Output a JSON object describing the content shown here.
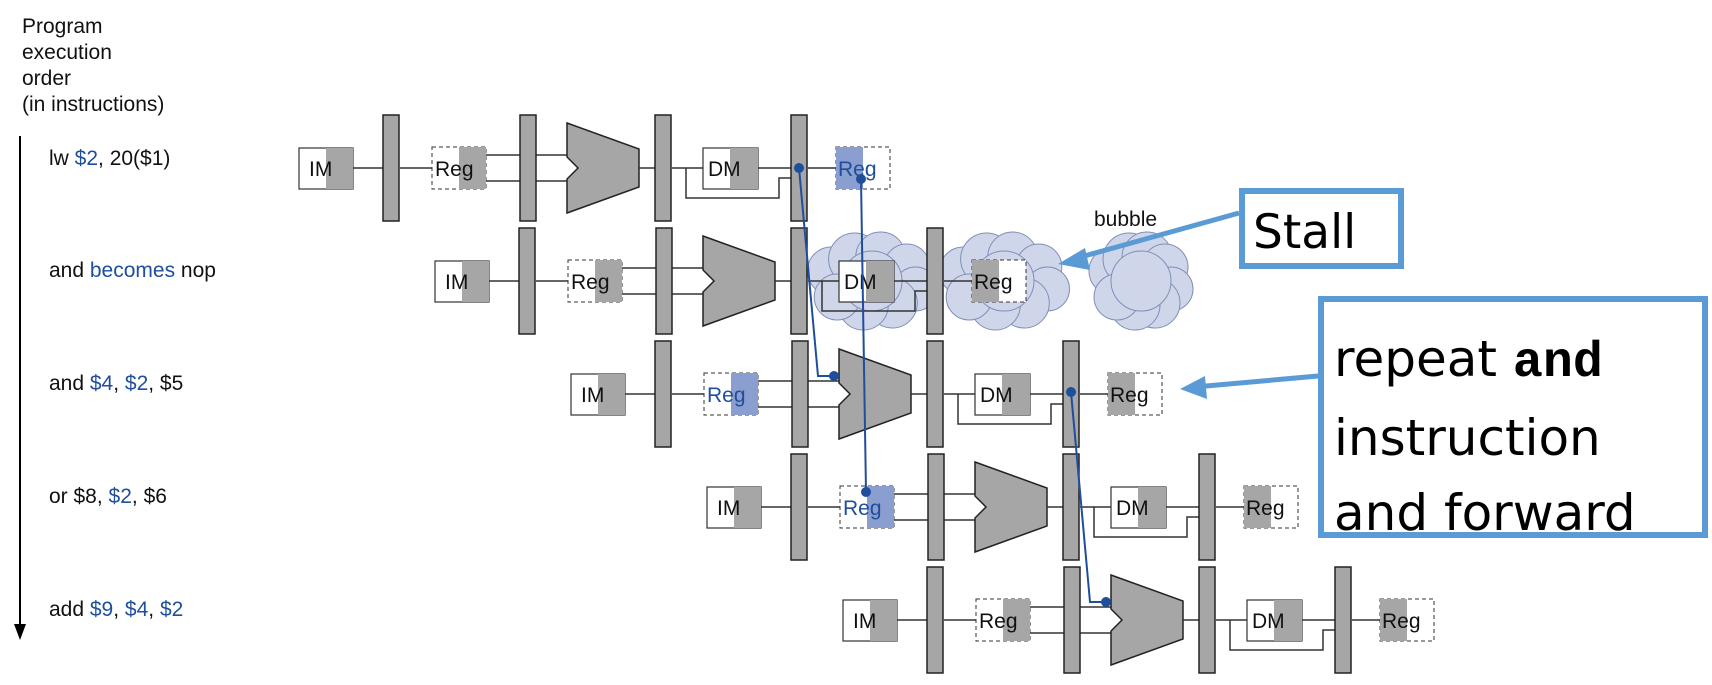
{
  "axis_title": [
    "Program",
    "execution",
    "order",
    "(in instructions)"
  ],
  "instructions": [
    {
      "id": "lw",
      "parts": [
        {
          "t": "lw ",
          "c": "k"
        },
        {
          "t": "$2",
          "c": "b"
        },
        {
          "t": ", 20($1)",
          "c": "k"
        }
      ]
    },
    {
      "id": "and-nop",
      "parts": [
        {
          "t": "and ",
          "c": "k"
        },
        {
          "t": "becomes",
          "c": "b"
        },
        {
          "t": " nop",
          "c": "k"
        }
      ]
    },
    {
      "id": "and",
      "parts": [
        {
          "t": "and ",
          "c": "k"
        },
        {
          "t": "$4",
          "c": "b"
        },
        {
          "t": ", ",
          "c": "k"
        },
        {
          "t": "$2",
          "c": "b"
        },
        {
          "t": ", $5",
          "c": "k"
        }
      ]
    },
    {
      "id": "or",
      "parts": [
        {
          "t": "or $8, ",
          "c": "k"
        },
        {
          "t": "$2",
          "c": "b"
        },
        {
          "t": ", $6",
          "c": "k"
        }
      ]
    },
    {
      "id": "add",
      "parts": [
        {
          "t": "add ",
          "c": "k"
        },
        {
          "t": "$9",
          "c": "b"
        },
        {
          "t": ", ",
          "c": "k"
        },
        {
          "t": "$4",
          "c": "b"
        },
        {
          "t": ", ",
          "c": "k"
        },
        {
          "t": "$2",
          "c": "b"
        }
      ]
    }
  ],
  "labels": {
    "im": "IM",
    "reg": "Reg",
    "dm": "DM",
    "bubble": "bubble"
  },
  "callouts": {
    "stall": "Stall",
    "repeat_pre": "repeat ",
    "repeat_code": "and",
    "repeat_line2": "instruction",
    "repeat_line3": "and forward"
  },
  "colors": {
    "accent": "#5b9bd5",
    "register_blue": "#1f4e9c",
    "stage_gray": "#a6a6a6",
    "bubble_fill": "#d0d6ea"
  }
}
